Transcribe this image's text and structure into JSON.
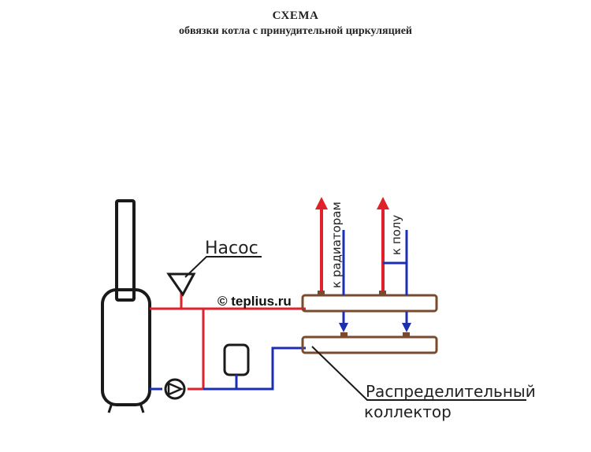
{
  "title": "СХЕМА",
  "subtitle": "обвязки котла с принудительной циркуляцией",
  "labels": {
    "pump": "Насос",
    "to_radiators": "к радиаторам",
    "to_floor": "к полу",
    "collector_line1": "Распределительный",
    "collector_line2": "коллектор",
    "watermark": "© teplius.ru"
  },
  "colors": {
    "supply": "#e0202a",
    "return": "#1c2fb0",
    "outline": "#1a1a1a",
    "collector": "#7a4a2e"
  }
}
